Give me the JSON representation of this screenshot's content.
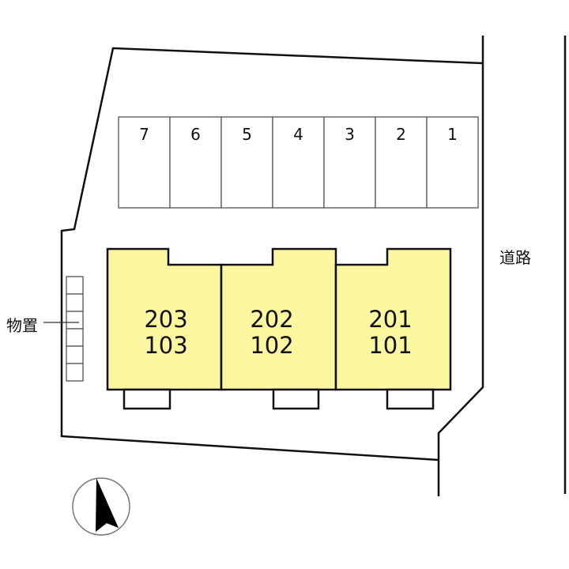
{
  "parking": {
    "slots": [
      "7",
      "6",
      "5",
      "4",
      "3",
      "2",
      "1"
    ]
  },
  "buildings": [
    {
      "upper": "203",
      "lower": "103"
    },
    {
      "upper": "202",
      "lower": "102"
    },
    {
      "upper": "201",
      "lower": "101"
    }
  ],
  "labels": {
    "storage": "物置",
    "road": "道路"
  },
  "colors": {
    "building_fill": "#fbf7a0",
    "line": "#111111"
  },
  "compass": {
    "icon": "north-arrow-icon"
  }
}
